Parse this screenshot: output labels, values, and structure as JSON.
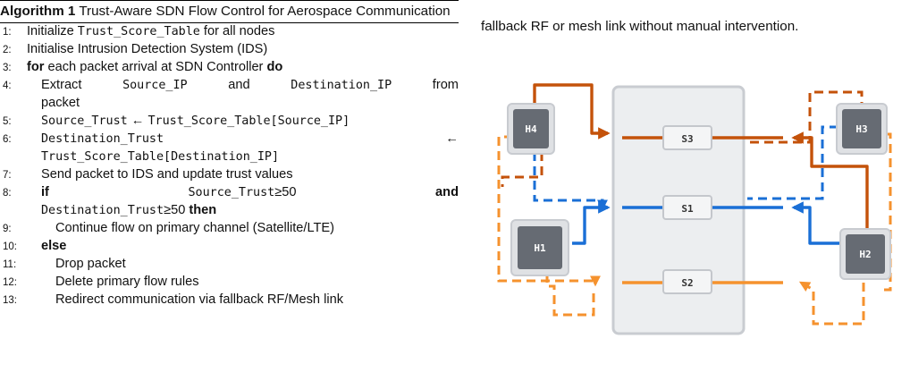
{
  "algorithm": {
    "label": "Algorithm 1",
    "title": "Trust-Aware SDN Flow Control for Aerospace Communication",
    "lines": {
      "l1": {
        "num": "1:",
        "pre": "Initialize ",
        "code": "Trust_Score_Table",
        "post": " for all nodes"
      },
      "l2": {
        "num": "2:",
        "text": "Initialise Intrusion Detection System (IDS)"
      },
      "l3": {
        "num": "3:",
        "kw1": "for",
        "mid": " each packet arrival at SDN Controller ",
        "kw2": "do"
      },
      "l4": {
        "num": "4:",
        "pre": "Extract ",
        "code1": "Source_IP",
        "mid": " and ",
        "code2": "Destination_IP",
        "post": " from",
        "cont": "packet"
      },
      "l5": {
        "num": "5:",
        "code1": "Source_Trust",
        "arrow": " ← ",
        "code2": "Trust_Score_Table[Source_IP]"
      },
      "l6": {
        "num": "6:",
        "code1": "Destination_Trust",
        "arrow": "←",
        "cont": "Trust_Score_Table[Destination_IP]"
      },
      "l7": {
        "num": "7:",
        "text": "Send packet to IDS and update trust values"
      },
      "l8": {
        "num": "8:",
        "kw1": "if",
        "code1": "Source_Trust",
        "cond1": "≥50",
        "kw2": "and",
        "code2": "Destination_Trust",
        "cond2": "≥50",
        "kw3": "then"
      },
      "l9": {
        "num": "9:",
        "text": "Continue flow on primary channel (Satellite/LTE)"
      },
      "l10": {
        "num": "10:",
        "kw": "else"
      },
      "l11": {
        "num": "11:",
        "text": "Drop packet"
      },
      "l12": {
        "num": "12:",
        "text": "Delete primary flow rules"
      },
      "l13": {
        "num": "13:",
        "text": "Redirect communication via fallback RF/Mesh link"
      }
    }
  },
  "right_text": "fallback RF or mesh link without manual intervention.",
  "diagram": {
    "switches": {
      "s3": "S3",
      "s1": "S1",
      "s2": "S2"
    },
    "hosts": {
      "h1": "H1",
      "h2": "H2",
      "h3": "H3",
      "h4": "H4"
    },
    "colors": {
      "dark_orange": "#c4520a",
      "blue": "#1a6fd6",
      "light_orange": "#f5922e",
      "host_fill": "#666b73",
      "host_border": "#c8cbd0",
      "switch_panel": "#eceef0"
    }
  }
}
